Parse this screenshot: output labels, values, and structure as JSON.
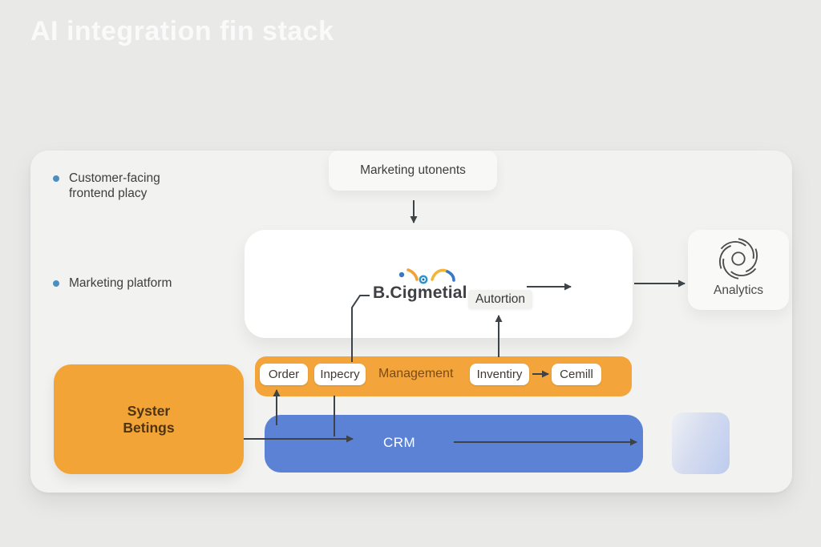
{
  "title": "AI integration fin stack",
  "colors": {
    "background": "#e9e9e8",
    "panel": "#f2f2f0",
    "orange": "#f3a53b",
    "crm_blue": "#5c82d6",
    "bullet_blue": "#4a8fc2",
    "arrow": "#3e4347",
    "gradient_box_blue": "#bccbee"
  },
  "bullet_list": {
    "items": [
      {
        "label": "Customer-facing frontend placy"
      },
      {
        "label": "Marketing platform"
      }
    ]
  },
  "marketing_box": {
    "label": "Marketing utonents"
  },
  "platform_box": {
    "logo_text": "B.Cigmetial",
    "automation_label": "Autortion"
  },
  "analytics_box": {
    "label": "Analytics"
  },
  "management_bar": {
    "chip_order": "Order",
    "chip_inpecry": "Inpecry",
    "label": "Management",
    "chip_inventiry": "Inventiry",
    "chip_cemill": "Cemill"
  },
  "settings_box": {
    "line1": "Syster",
    "line2": "Betings"
  },
  "crm_bar": {
    "label": "CRM"
  }
}
